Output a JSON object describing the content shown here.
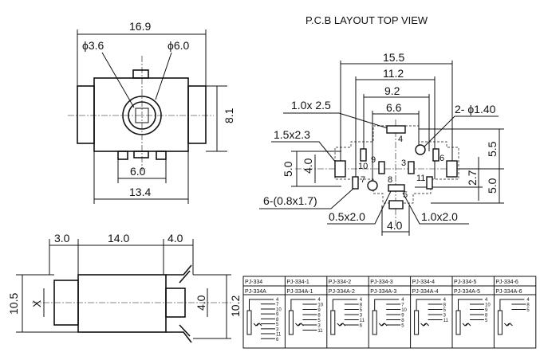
{
  "title": "P.C.B LAYOUT    TOP VIEW",
  "front_view": {
    "width_169": "16.9",
    "hole_36": "ϕ3.6",
    "hole_60": "ϕ6.0",
    "height_81": "8.1",
    "pin_60": "6.0",
    "base_134": "13.4"
  },
  "side_view": {
    "d30": "3.0",
    "d140": "14.0",
    "d40": "4.0",
    "h105": "10.5",
    "x_label": "X",
    "h40": "4.0",
    "h102": "10.2"
  },
  "pcb": {
    "d155": "15.5",
    "d112": "11.2",
    "d92": "9.2",
    "d66": "6.6",
    "pad_10x25": "1.0x 2.5",
    "holes": "2- ϕ1.40",
    "pad_15x23": "1.5x2.3",
    "v50_left": "5.0",
    "v40_left": "4.0",
    "v55": "5.5",
    "v27": "2.7",
    "v50_right": "5.0",
    "pads_08x17": "6-(0.8x1.7)",
    "pad_05x20": "0.5x2.0",
    "pad_10x20": "1.0x2.0",
    "d40_bottom": "4.0",
    "pin_labels": {
      "p4": "4",
      "p10": "10",
      "p9": "9",
      "p3": "3",
      "p6": "6",
      "p7": "7",
      "p8": "8",
      "p11": "11",
      "p5": "5"
    }
  },
  "table": {
    "columns": [
      {
        "model": "PJ-334",
        "model_a": "PJ-334A",
        "pins": [
          "4",
          "7",
          "10",
          "9",
          "8",
          "5",
          "3",
          "11",
          "6"
        ]
      },
      {
        "model": "PJ-334-1",
        "model_a": "PJ-334A-1",
        "pins": [
          "4",
          "10",
          "9",
          "8",
          "5",
          "3",
          "11"
        ]
      },
      {
        "model": "PJ-334-2",
        "model_a": "PJ-334A-2",
        "pins": [
          "4",
          "8",
          "5",
          "3",
          "11",
          "6"
        ]
      },
      {
        "model": "PJ-334-3",
        "model_a": "PJ-334A-3",
        "pins": [
          "4",
          "7",
          "10",
          "9",
          "8",
          "5"
        ]
      },
      {
        "model": "PJ-334-4",
        "model_a": "PJ-334A-4",
        "pins": [
          "4",
          "8",
          "5",
          "3",
          "11"
        ]
      },
      {
        "model": "PJ-334-5",
        "model_a": "PJ-334A-5",
        "pins": [
          "4",
          "10",
          "9",
          "8",
          "5"
        ]
      },
      {
        "model": "PJ-334-6",
        "model_a": "PJ-334A-6",
        "pins": [
          "4",
          "8",
          "5"
        ]
      }
    ]
  }
}
